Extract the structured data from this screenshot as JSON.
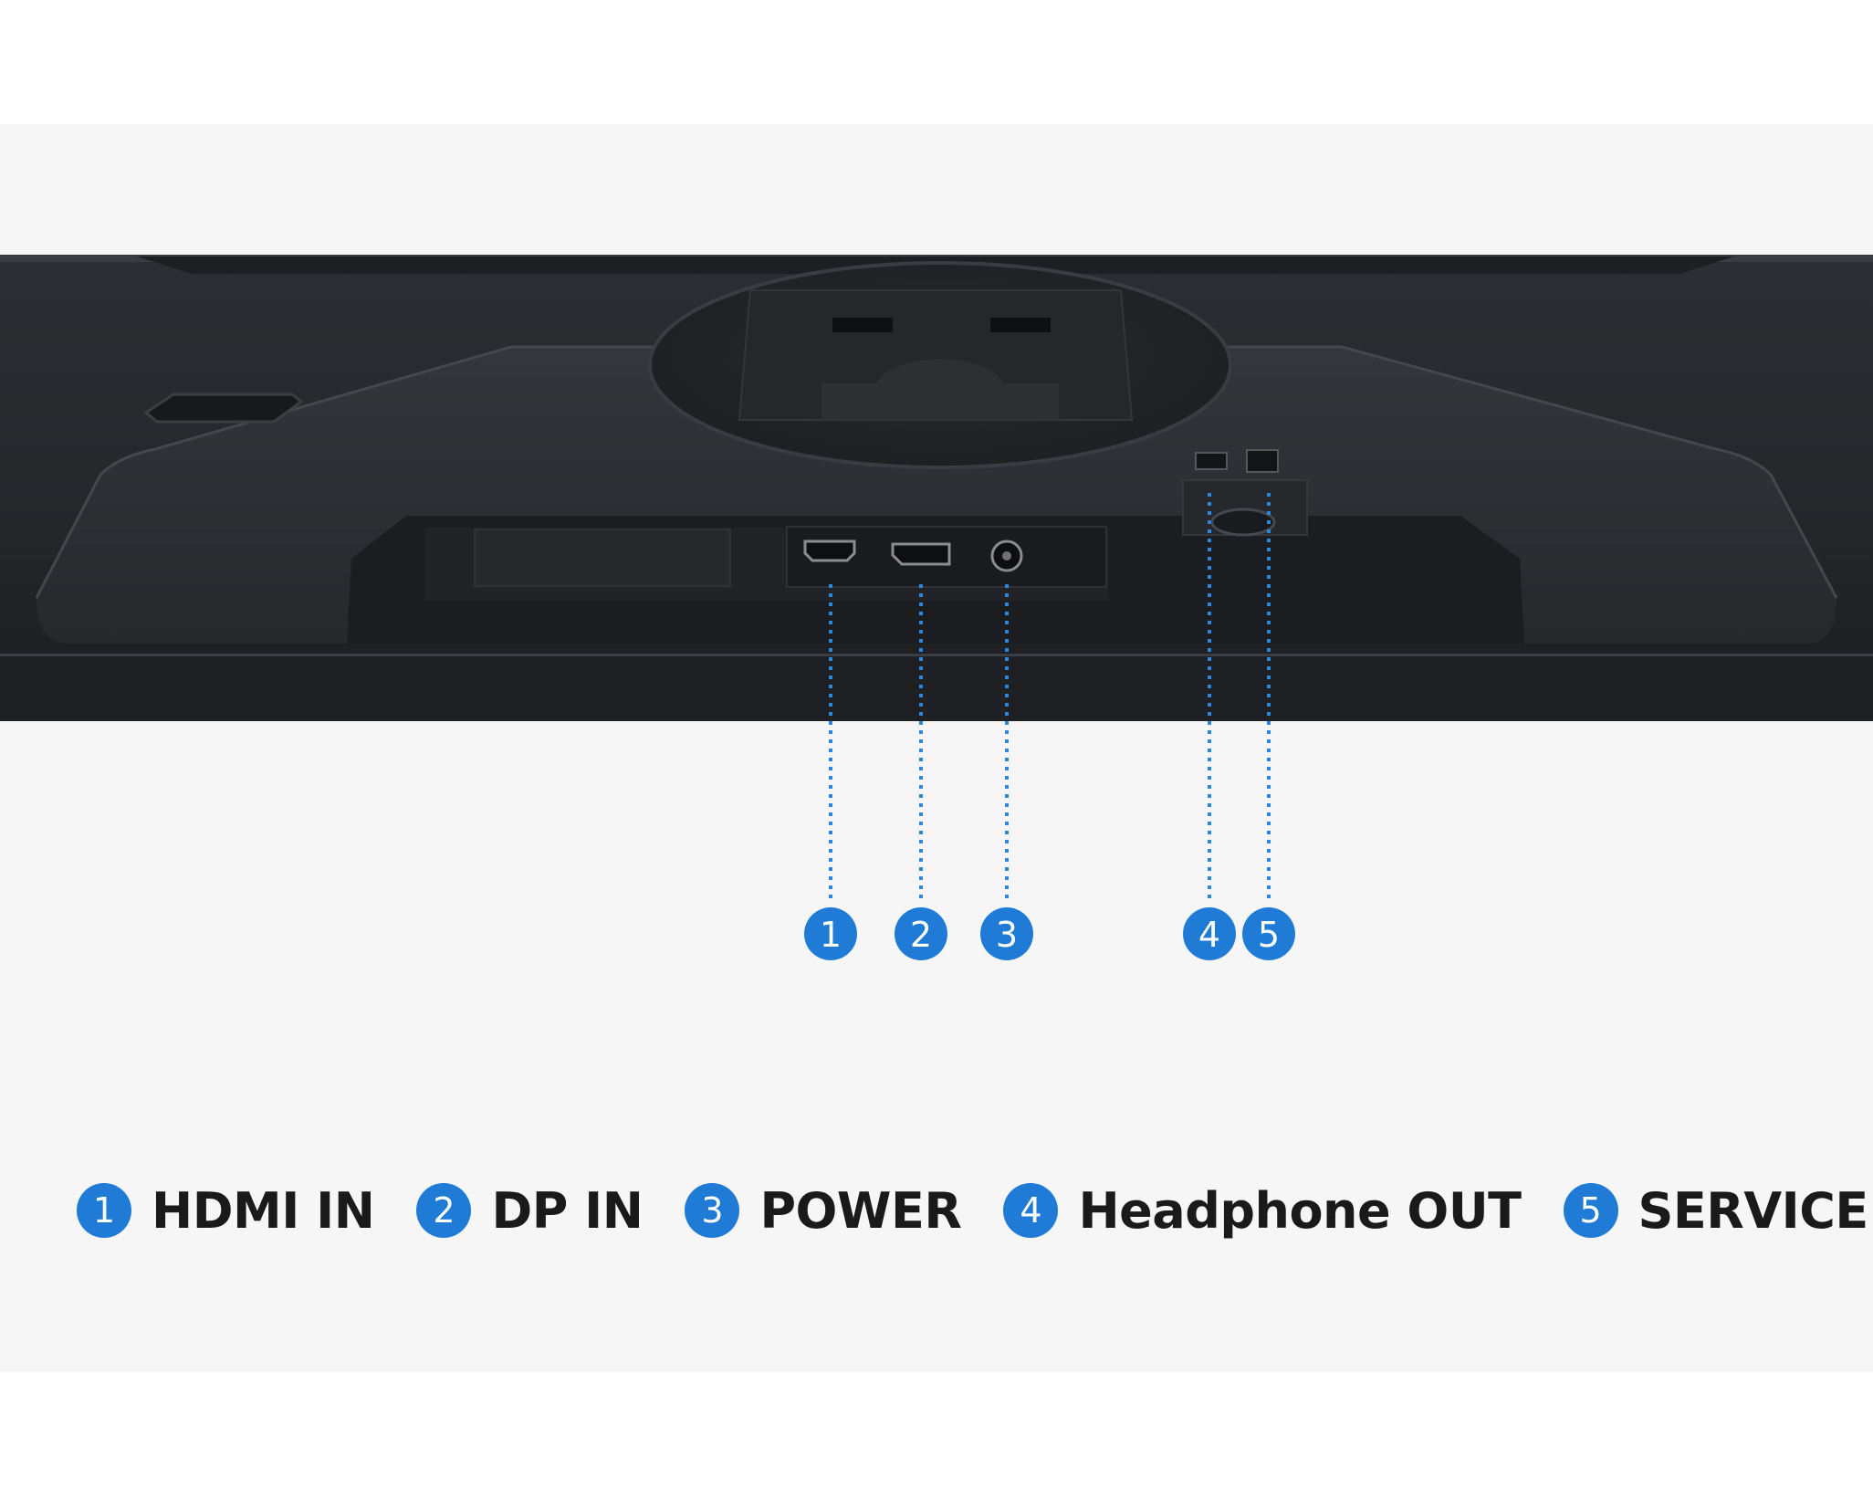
{
  "callouts": [
    {
      "number": "1",
      "label": "HDMI IN"
    },
    {
      "number": "2",
      "label": "DP IN"
    },
    {
      "number": "3",
      "label": "POWER"
    },
    {
      "number": "4",
      "label": "Headphone OUT"
    },
    {
      "number": "5",
      "label": "SERVICE"
    }
  ],
  "colors": {
    "accent": "#1f7bd6",
    "monitor_body": "#2b2d31",
    "background": "#f6f6f6",
    "text": "#1a1a1a"
  }
}
